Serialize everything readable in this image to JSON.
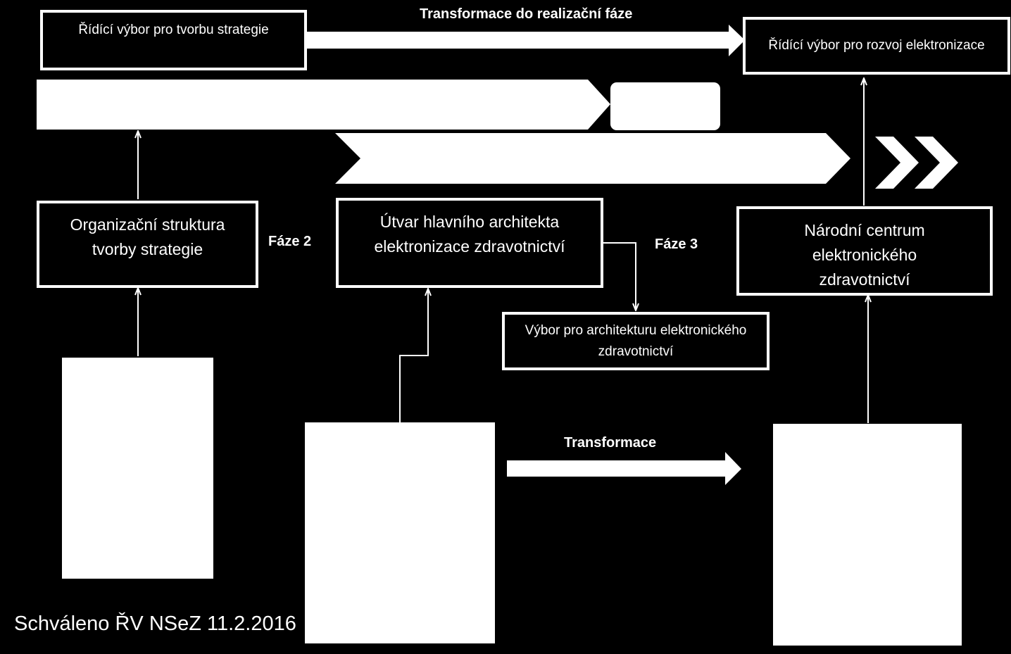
{
  "diagram": {
    "top_arrow_label": "Transformace do realizační fáze",
    "boxes": {
      "steering_strategy": "Řídící výbor pro tvorbu strategie",
      "steering_development": "Řídící výbor pro rozvoj elektronizace",
      "org_structure": "Organizační struktura tvorby strategie",
      "chief_architect": "Útvar hlavního architekta elektronizace zdravotnictví",
      "architecture_committee": "Výbor pro architekturu elektronického zdravotnictví",
      "national_center": "Národní centrum elektronického zdravotnictví"
    },
    "phase2_label": "Fáze 2",
    "phase3_label": "Fáze 3",
    "transform_label": "Transformace",
    "approval_note": "Schváleno ŘV NSeZ 11.2.2016"
  }
}
